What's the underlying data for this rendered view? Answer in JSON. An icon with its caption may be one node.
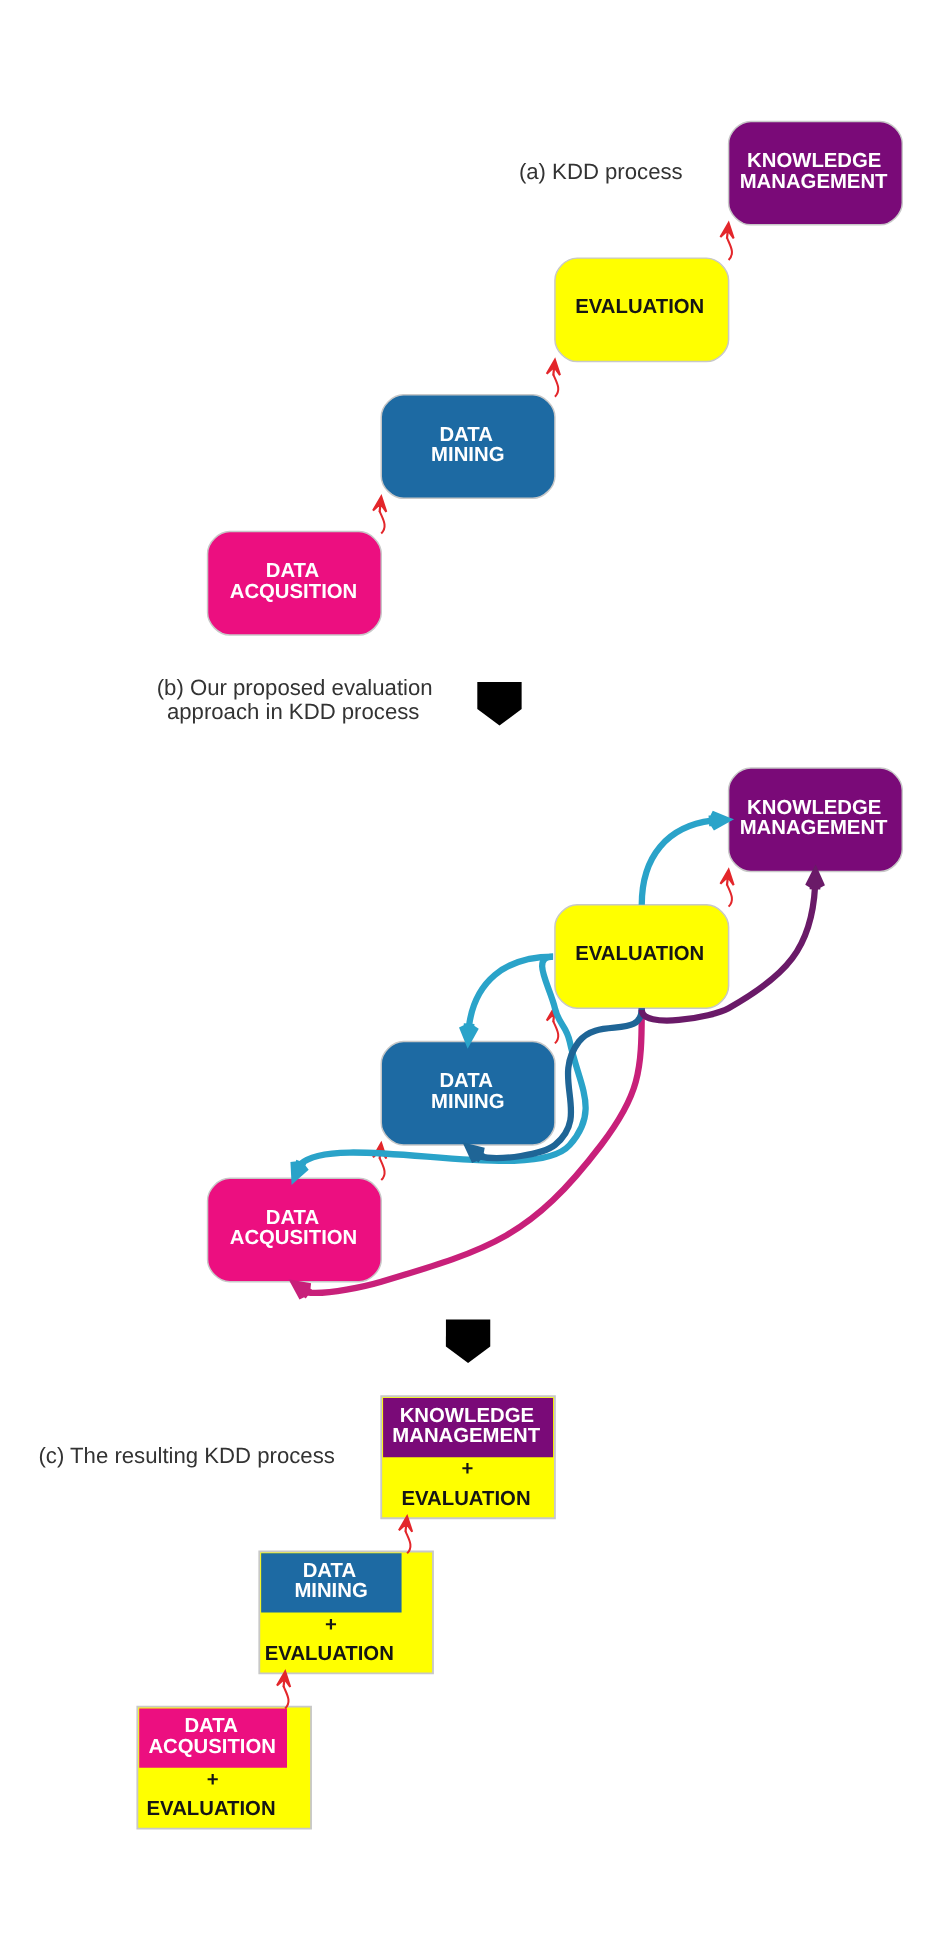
{
  "diagram": {
    "nodes": [
      {
        "text": [
          "DATA ACQUSITION"
        ]
      },
      {
        "text": [
          "DATA MINING"
        ]
      },
      {
        "text": [
          "EVALUATION"
        ]
      },
      {
        "text": [
          "KNOWLEDGE MANAGEMENT"
        ]
      },
      {
        "text": [],
        "shape": "arrow"
      },
      {
        "text": [
          "DATA ACQUSITION"
        ]
      },
      {
        "text": [
          "DATA MINING"
        ]
      },
      {
        "text": [
          "EVALUATION"
        ]
      },
      {
        "text": [
          "KNOWLEDGE MANAGEMENT"
        ]
      },
      {
        "text": [],
        "shape": "arrow"
      },
      {
        "text": [
          "DATA ACQUSITION",
          "+",
          "EVALUATION"
        ]
      },
      {
        "text": [
          "DATA MINING",
          "+",
          "EVALUATION"
        ]
      },
      {
        "text": [
          "KNOWLEDGE MANAGEMENT",
          "+",
          "EVALUATION"
        ]
      }
    ],
    "edges": [
      {
        "from": 0,
        "to": 1,
        "arrow": "to"
      },
      {
        "from": 1,
        "to": 2,
        "arrow": "to"
      },
      {
        "from": 2,
        "to": 3,
        "arrow": "to"
      },
      {
        "from": 5,
        "to": 6,
        "arrow": "to"
      },
      {
        "from": 6,
        "to": 7,
        "arrow": "to"
      },
      {
        "from": 7,
        "to": 8,
        "arrow": "to"
      },
      {
        "from": 7,
        "to": 5,
        "arrow": "to",
        "style": "thick",
        "color": "#2aa3c9"
      },
      {
        "from": 7,
        "to": 6,
        "arrow": "to",
        "style": "thick",
        "color": "#2aa3c9"
      },
      {
        "from": 7,
        "to": 8,
        "arrow": "to",
        "style": "thick",
        "color": "#2aa3c9"
      },
      {
        "from": 7,
        "to": 6,
        "arrow": "to",
        "style": "thick",
        "color": "#1f6596"
      },
      {
        "from": 7,
        "to": 5,
        "arrow": "to",
        "style": "thick",
        "color": "#c8207a"
      },
      {
        "from": 7,
        "to": 8,
        "arrow": "to",
        "style": "thick",
        "color": "#6a1a68"
      },
      {
        "from": 10,
        "to": 11,
        "arrow": "to"
      },
      {
        "from": 11,
        "to": 12,
        "arrow": "to"
      }
    ],
    "labels": [
      "(a) KDD process",
      "(b) Our proposed evaluation approach in KDD process",
      "(c) The resulting KDD process"
    ]
  }
}
